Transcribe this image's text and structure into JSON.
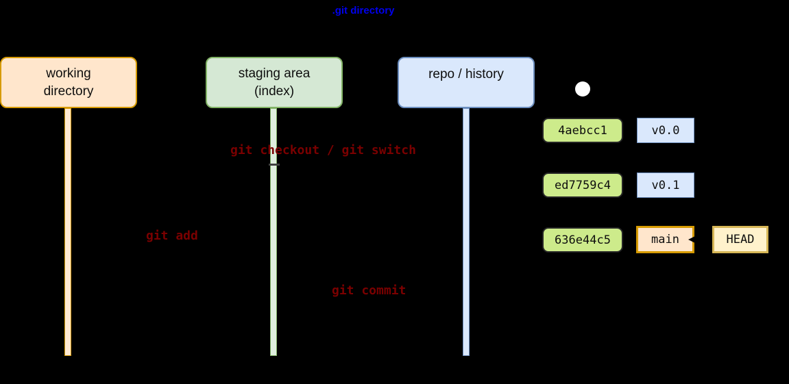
{
  "diagram_title": ".git directory",
  "areas": {
    "working_directory": {
      "line1": "working",
      "line2": "directory",
      "fill": "#FFE6CC",
      "stroke": "#D79B00"
    },
    "staging_area": {
      "line1": "staging area",
      "line2": "(index)",
      "fill": "#D5E8D4",
      "stroke": "#82B366"
    },
    "repo_history": {
      "label": "repo / history",
      "fill": "#DAE8FC",
      "stroke": "#6C8EBF"
    }
  },
  "commands": {
    "checkout": "git checkout / git switch",
    "add": "git add",
    "commit": "git commit"
  },
  "commits": [
    {
      "hash": "4aebcc1",
      "tag": "v0.0"
    },
    {
      "hash": "ed7759c4",
      "tag": "v0.1"
    },
    {
      "hash": "636e44c5",
      "branch": "main",
      "head": "HEAD"
    }
  ],
  "colors": {
    "background": "#000000",
    "title_text": "#0000EE",
    "command_text": "#7A0000",
    "commit_fill": "#CDEB8B",
    "commit_stroke": "#262626",
    "tag_fill": "#DAE8FC",
    "tag_stroke": "#6C8EBF",
    "branch_fill": "#FFE6CC",
    "branch_stroke": "#D79B00",
    "head_fill": "#FFF2CC",
    "head_stroke": "#D6B656"
  }
}
